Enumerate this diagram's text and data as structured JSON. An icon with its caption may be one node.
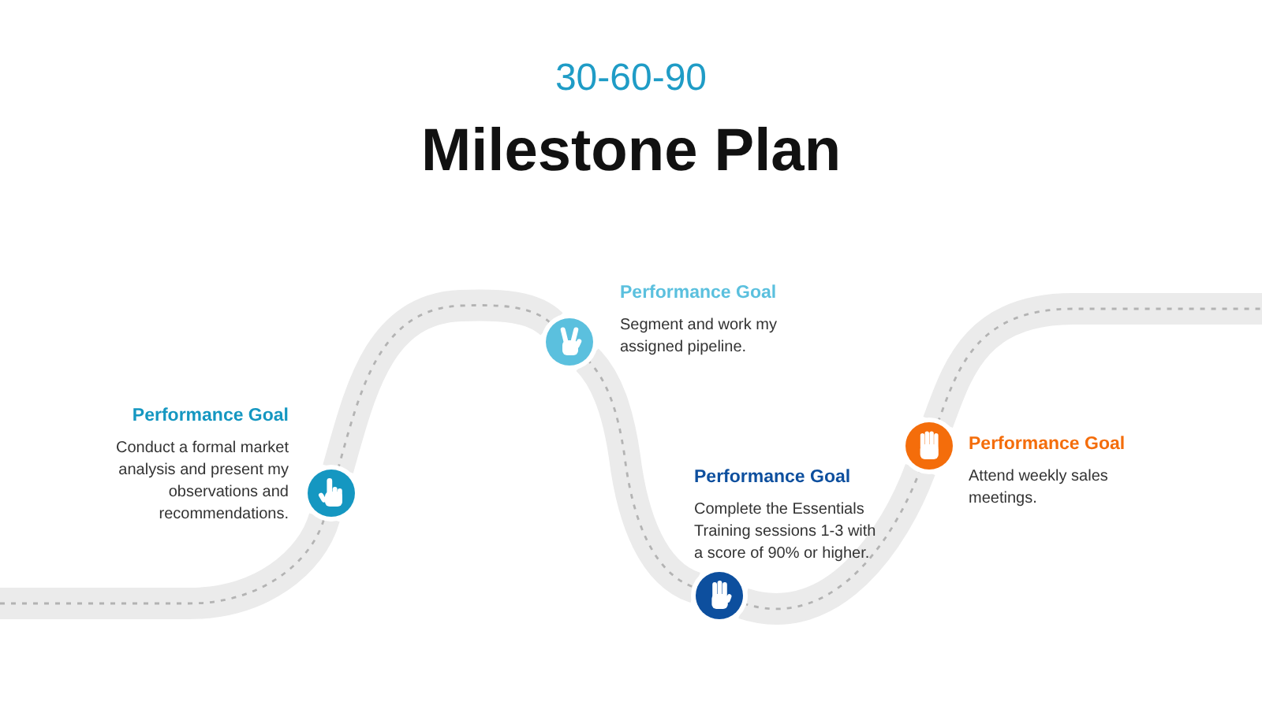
{
  "diagram": {
    "title": "Milestone Plan",
    "nodes": [
      {
        "text": [
          "Performance Goal",
          "Conduct a formal market analysis and present my observations and recommendations."
        ]
      },
      {
        "text": [
          "Performance Goal",
          "Segment and work my assigned pipeline."
        ]
      },
      {
        "text": [
          "Performance Goal",
          "Complete the Essentials Training sessions 1-3 with a score of 90% or higher."
        ]
      },
      {
        "text": [
          "Performance Goal",
          "Attend weekly sales meetings."
        ]
      }
    ],
    "edges": [
      {
        "from": null,
        "to": 0,
        "arrow": "none"
      },
      {
        "from": 0,
        "to": 1,
        "arrow": "none"
      },
      {
        "from": 1,
        "to": 2,
        "arrow": "none"
      },
      {
        "from": 2,
        "to": 3,
        "arrow": "none"
      },
      {
        "from": 3,
        "to": null,
        "arrow": "none"
      }
    ],
    "labels": [
      "30-60-90"
    ]
  }
}
